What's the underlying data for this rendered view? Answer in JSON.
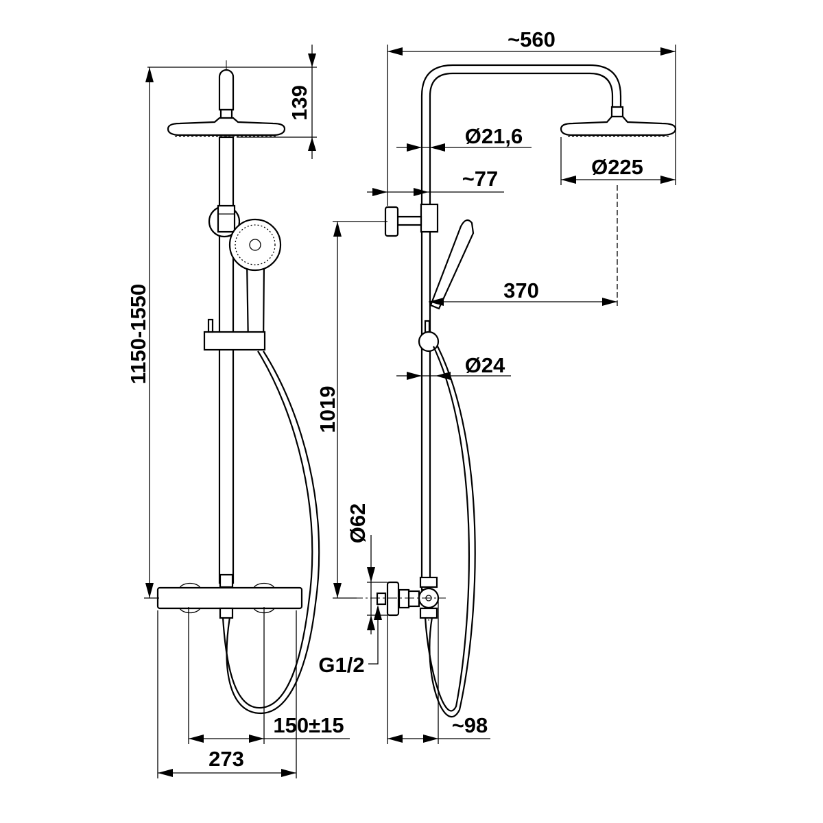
{
  "drawing": {
    "front_view": {
      "overall_height": "1150-1550",
      "head_height": "139",
      "hose_spacing": "150±15",
      "mixer_width": "273"
    },
    "side_view": {
      "arm_projection": "~560",
      "pipe_diameter_top": "Ø21,6",
      "wall_offset": "~77",
      "head_diameter": "Ø225",
      "head_offset": "370",
      "pipe_diameter": "Ø24",
      "outlet_height": "1019",
      "escutcheon_diameter": "Ø62",
      "connection_thread": "G1/2",
      "mixer_depth": "~98"
    }
  }
}
